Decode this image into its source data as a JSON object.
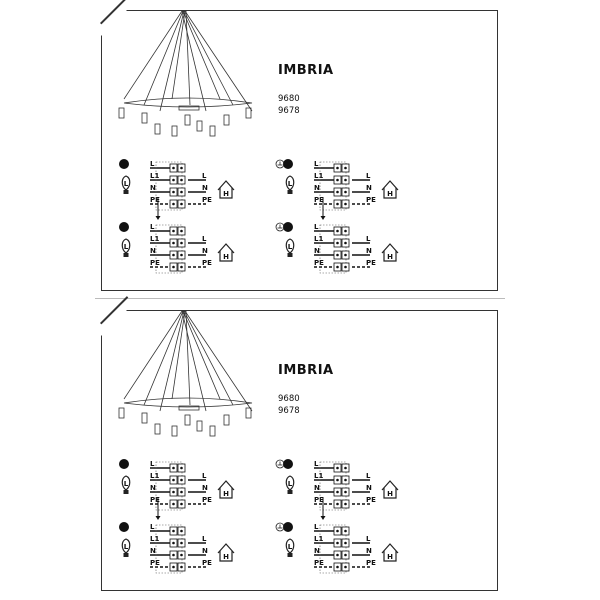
{
  "cards": [
    {
      "title": "IMBRIA",
      "codes": [
        "9680",
        "9678"
      ],
      "diagrams": {
        "left_1": {
          "step": "1",
          "lines": [
            "L",
            "L1",
            "N",
            "PE"
          ],
          "right": [
            "L",
            "N",
            "PE"
          ]
        },
        "left_2": {
          "step": "2",
          "lines": [
            "L",
            "L1",
            "N",
            "PE"
          ],
          "right": [
            "L",
            "N",
            "PE"
          ]
        },
        "right_1": {
          "step": "1",
          "lines": [
            "L",
            "L1",
            "N",
            "PE"
          ],
          "right": [
            "L",
            "N",
            "PE"
          ]
        },
        "right_2": {
          "step": "2",
          "lines": [
            "L",
            "L1",
            "N",
            "PE"
          ],
          "right": [
            "L",
            "N",
            "PE"
          ]
        }
      },
      "house_letter": "H",
      "bulb_letter": "L"
    },
    {
      "title": "IMBRIA",
      "codes": [
        "9680",
        "9678"
      ],
      "diagrams": {
        "left_1": {
          "step": "1",
          "lines": [
            "L",
            "L1",
            "N",
            "PE"
          ],
          "right": [
            "L",
            "N",
            "PE"
          ]
        },
        "left_2": {
          "step": "2",
          "lines": [
            "L",
            "L1",
            "N",
            "PE"
          ],
          "right": [
            "L",
            "N",
            "PE"
          ]
        },
        "right_1": {
          "step": "1",
          "lines": [
            "L",
            "L1",
            "N",
            "PE"
          ],
          "right": [
            "L",
            "N",
            "PE"
          ]
        },
        "right_2": {
          "step": "2",
          "lines": [
            "L",
            "L1",
            "N",
            "PE"
          ],
          "right": [
            "L",
            "N",
            "PE"
          ]
        }
      },
      "house_letter": "H",
      "bulb_letter": "L"
    }
  ]
}
